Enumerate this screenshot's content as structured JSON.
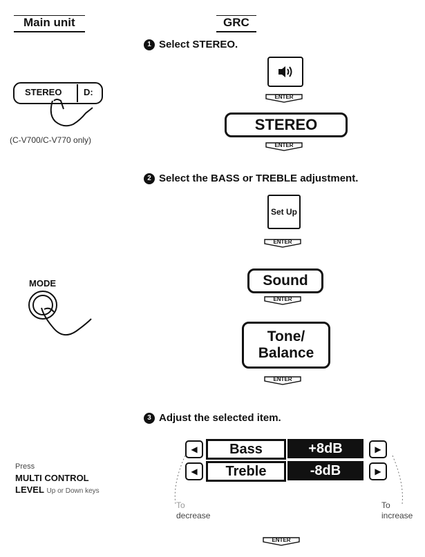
{
  "headers": {
    "main_unit": "Main unit",
    "grc": "GRC"
  },
  "steps": [
    {
      "num": "1",
      "text": "Select STEREO."
    },
    {
      "num": "2",
      "text": "Select the BASS or TREBLE adjustment."
    },
    {
      "num": "3",
      "text": "Adjust the selected item."
    }
  ],
  "main_unit": {
    "stereo_btn": "STEREO",
    "next_btn": "D:",
    "note": "(C-V700/C-V770 only)",
    "mode_label": "MODE",
    "press_label": "Press",
    "multi_control": "MULTI CONTROL",
    "level_label": "LEVEL",
    "level_suffix": "Up or Down keys"
  },
  "grc": {
    "enter_label": "ENTER",
    "stereo_key": "STEREO",
    "setup_key": "Set Up",
    "sound_key": "Sound",
    "tone_key_line1": "Tone/",
    "tone_key_line2": "Balance"
  },
  "adjust": {
    "bass_label": "Bass",
    "bass_value": "+8dB",
    "treble_label": "Treble",
    "treble_value": "-8dB",
    "left_hint_1": "To",
    "left_hint_2": "decrease",
    "right_hint_1": "To",
    "right_hint_2": "increase"
  }
}
